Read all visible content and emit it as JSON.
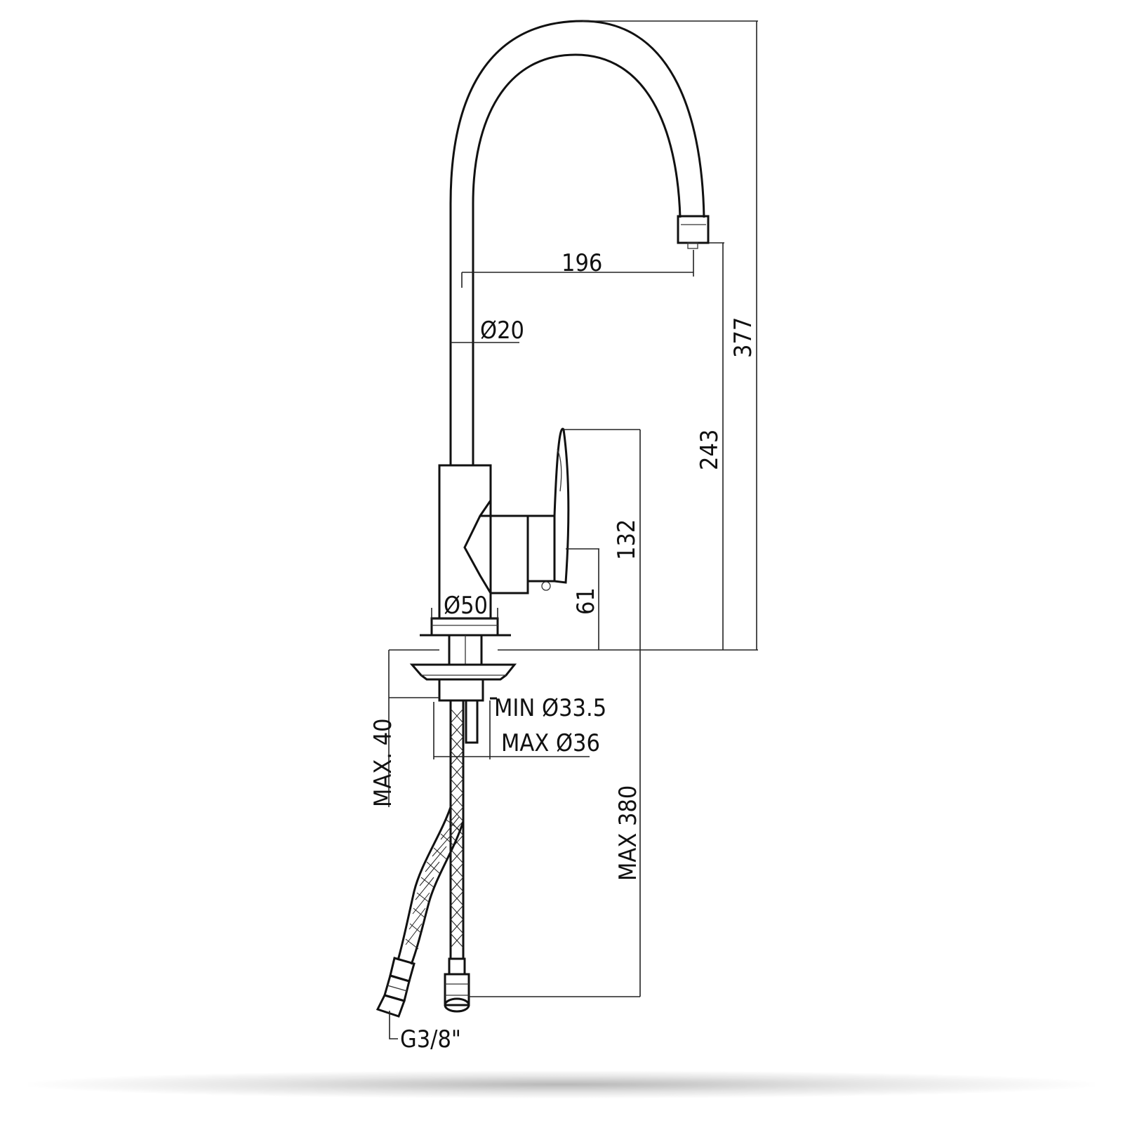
{
  "dimensions": {
    "spout_reach": "196",
    "spout_diameter": "Ø20",
    "total_height": "377",
    "outlet_height": "243",
    "lever_height": "132",
    "lever_axis_height": "61",
    "body_diameter": "Ø50",
    "min_hole": "MIN Ø33.5",
    "max_hole": "MAX Ø36",
    "max_deck_thickness": "MAX. 40",
    "max_hose_length": "MAX 380",
    "hose_thread": "G3/8\""
  }
}
